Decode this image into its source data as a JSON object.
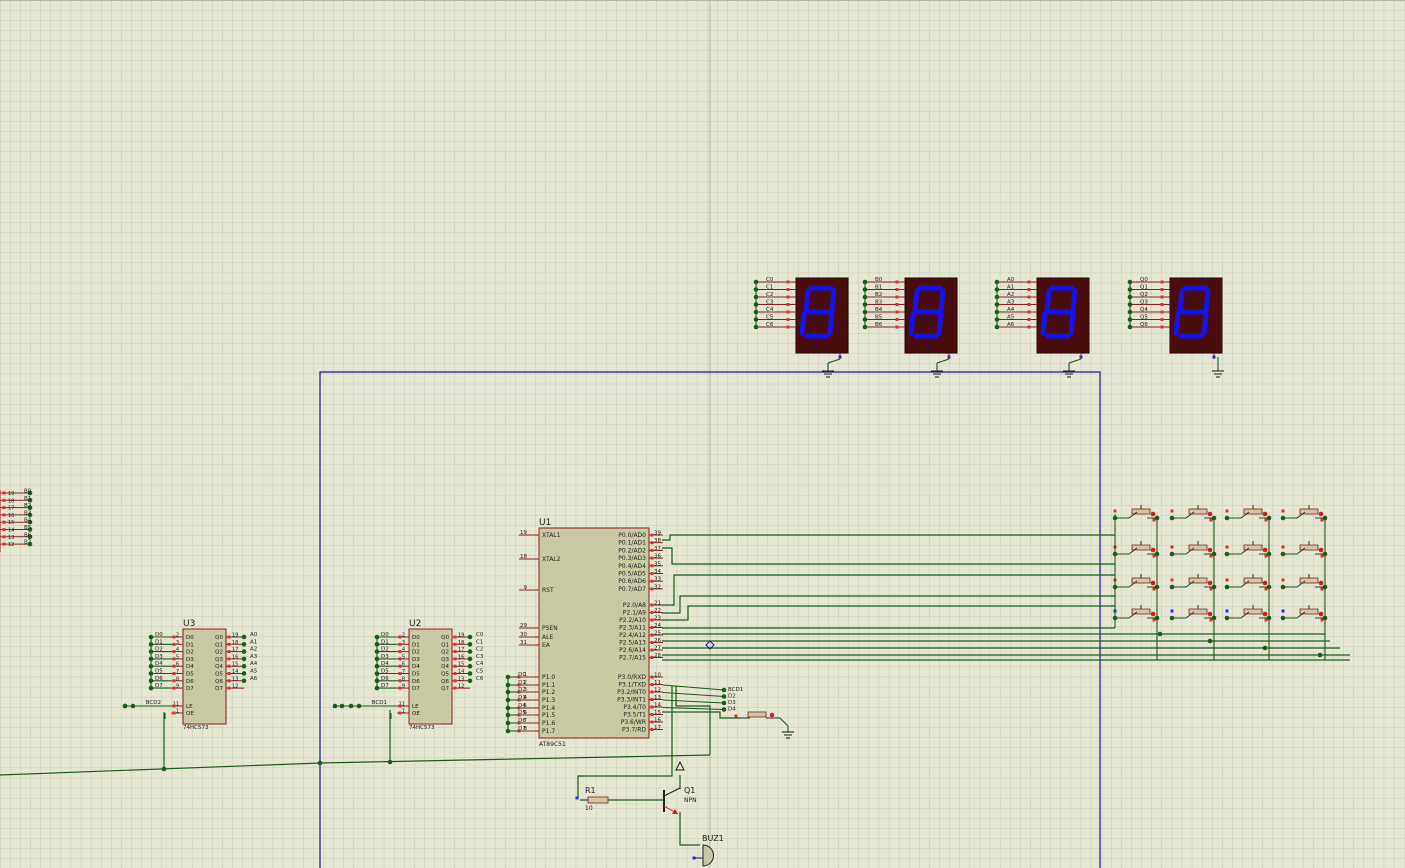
{
  "colors": {
    "sheet": "#e6e6d4",
    "grid": "#c9c9b9",
    "chip_fill": "#c9c9a5",
    "chip_border": "#8b2020",
    "wire": "#1b5c1b",
    "bus": "#1c1c8c",
    "seg_bg": "#4a0d0d",
    "seg_on": "#1414e8",
    "pin_red": "#e03030",
    "pin_blue": "#2a2aff"
  },
  "u1": {
    "ref": "U1",
    "part": "AT89C51",
    "left_pins": [
      {
        "num": "19",
        "name": "XTAL1"
      },
      {
        "num": "18",
        "name": "XTAL2"
      },
      {
        "num": "9",
        "name": "RST"
      },
      {
        "num": "29",
        "name": "PSEN"
      },
      {
        "num": "30",
        "name": "ALE"
      },
      {
        "num": "31",
        "name": "EA"
      },
      {
        "num": "1",
        "name": "P1.0"
      },
      {
        "num": "2",
        "name": "P1.1"
      },
      {
        "num": "3",
        "name": "P1.2"
      },
      {
        "num": "4",
        "name": "P1.3"
      },
      {
        "num": "5",
        "name": "P1.4"
      },
      {
        "num": "6",
        "name": "P1.5"
      },
      {
        "num": "7",
        "name": "P1.6"
      },
      {
        "num": "8",
        "name": "P1.7"
      }
    ],
    "p1_labels": [
      "D0",
      "D1",
      "D2",
      "D3",
      "D4",
      "D5",
      "D6",
      "D7"
    ],
    "right_p0": [
      {
        "num": "39",
        "name": "P0.0/AD0"
      },
      {
        "num": "38",
        "name": "P0.1/AD1"
      },
      {
        "num": "37",
        "name": "P0.2/AD2"
      },
      {
        "num": "36",
        "name": "P0.3/AD3"
      },
      {
        "num": "35",
        "name": "P0.4/AD4"
      },
      {
        "num": "34",
        "name": "P0.5/AD5"
      },
      {
        "num": "33",
        "name": "P0.6/AD6"
      },
      {
        "num": "32",
        "name": "P0.7/AD7"
      }
    ],
    "right_p2": [
      {
        "num": "21",
        "name": "P2.0/A8"
      },
      {
        "num": "22",
        "name": "P2.1/A9"
      },
      {
        "num": "23",
        "name": "P2.2/A10"
      },
      {
        "num": "24",
        "name": "P2.3/A11"
      },
      {
        "num": "25",
        "name": "P2.4/A12"
      },
      {
        "num": "26",
        "name": "P2.5/A13"
      },
      {
        "num": "27",
        "name": "P2.6/A14"
      },
      {
        "num": "28",
        "name": "P2.7/A15"
      }
    ],
    "right_p3": [
      {
        "num": "10",
        "name": "P3.0/RXD"
      },
      {
        "num": "11",
        "name": "P3.1/TXD"
      },
      {
        "num": "12",
        "name": "P3.2/INT0"
      },
      {
        "num": "13",
        "name": "P3.3/INT1"
      },
      {
        "num": "14",
        "name": "P3.4/T0"
      },
      {
        "num": "15",
        "name": "P3.5/T1"
      },
      {
        "num": "16",
        "name": "P3.6/WR"
      },
      {
        "num": "17",
        "name": "P3.7/RD"
      }
    ],
    "p3_labels": [
      "BCD1",
      "D2",
      "D3",
      "D4"
    ]
  },
  "latches": [
    {
      "ref": "U3",
      "part": "74HC573",
      "in_names": [
        "D0",
        "D1",
        "D2",
        "D3",
        "D4",
        "D5",
        "D6",
        "D7"
      ],
      "in_nums": [
        "2",
        "3",
        "4",
        "5",
        "6",
        "7",
        "8",
        "9"
      ],
      "out_names": [
        "Q0",
        "Q1",
        "Q2",
        "Q3",
        "Q4",
        "Q5",
        "Q6",
        "Q7"
      ],
      "out_nums": [
        "19",
        "18",
        "17",
        "16",
        "15",
        "14",
        "13",
        "12"
      ],
      "net_in": [
        "D0",
        "D1",
        "D2",
        "D3",
        "D4",
        "D5",
        "D6",
        "D7"
      ],
      "net_out": [
        "A0",
        "A1",
        "A2",
        "A3",
        "A4",
        "A5",
        "A6"
      ],
      "le": "LE",
      "oe": "OE",
      "le_num": "11",
      "oe_num": "1",
      "le_net": "BCD2"
    },
    {
      "ref": "U2",
      "part": "74HC573",
      "in_names": [
        "D0",
        "D1",
        "D2",
        "D3",
        "D4",
        "D5",
        "D6",
        "D7"
      ],
      "in_nums": [
        "2",
        "3",
        "4",
        "5",
        "6",
        "7",
        "8",
        "9"
      ],
      "out_names": [
        "Q0",
        "Q1",
        "Q2",
        "Q3",
        "Q4",
        "Q5",
        "Q6",
        "Q7"
      ],
      "out_nums": [
        "19",
        "18",
        "17",
        "16",
        "15",
        "14",
        "13",
        "12"
      ],
      "net_in": [
        "D0",
        "D1",
        "D2",
        "D3",
        "D4",
        "D5",
        "D6",
        "D7"
      ],
      "net_out": [
        "C0",
        "C1",
        "C2",
        "C3",
        "C4",
        "C5",
        "C6"
      ],
      "le": "LE",
      "oe": "OE",
      "le_num": "11",
      "oe_num": "1",
      "le_net": "BCD1"
    }
  ],
  "partial_chip": {
    "nums": [
      "19",
      "18",
      "17",
      "16",
      "15",
      "14",
      "13",
      "12"
    ],
    "nets": [
      "B0",
      "B1",
      "B2",
      "B3",
      "B4",
      "B5",
      "B6",
      "B7"
    ]
  },
  "displays": [
    {
      "nets": [
        "C0",
        "C1",
        "C2",
        "C3",
        "C4",
        "C5",
        "C6"
      ]
    },
    {
      "nets": [
        "B0",
        "B1",
        "B2",
        "B3",
        "B4",
        "B5",
        "B6"
      ]
    },
    {
      "nets": [
        "A0",
        "A1",
        "A2",
        "A3",
        "A4",
        "A5",
        "A6"
      ]
    },
    {
      "nets": [
        "Q0",
        "Q1",
        "Q2",
        "Q3",
        "Q4",
        "Q5",
        "Q6"
      ]
    }
  ],
  "r1": {
    "ref": "R1",
    "value": "10"
  },
  "q1": {
    "ref": "Q1",
    "type": "NPN"
  },
  "buz1": {
    "ref": "BUZ1"
  }
}
